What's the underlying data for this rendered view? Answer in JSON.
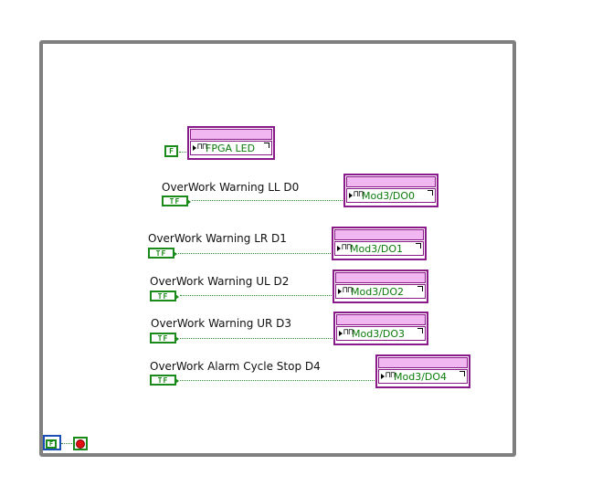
{
  "loop": {
    "iteration_terminal_label": "F"
  },
  "fpga_led": {
    "constant_label": "F",
    "node_label": "FPGA LED"
  },
  "channels": [
    {
      "label": "OverWork Warning LL D0",
      "constant_label": "TF",
      "node_label": "Mod3/DO0"
    },
    {
      "label": "OverWork Warning LR D1",
      "constant_label": "TF",
      "node_label": "Mod3/DO1"
    },
    {
      "label": "OverWork Warning UL D2",
      "constant_label": "TF",
      "node_label": "Mod3/DO2"
    },
    {
      "label": "OverWork Warning UR D3",
      "constant_label": "TF",
      "node_label": "Mod3/DO3"
    },
    {
      "label": "OverWork Alarm Cycle Stop D4",
      "constant_label": "TF",
      "node_label": "Mod3/DO4"
    }
  ],
  "icons": {
    "wave": "square-wave-icon",
    "stop": "stop-condition-icon"
  },
  "colors": {
    "frame": "#7f7f7f",
    "boolean_wire": "#1a8a1a",
    "io_node_border": "#8a1a8a",
    "io_node_header": "#f0b7f0",
    "channel_text": "#0a7a0a",
    "stop_red": "#e01010",
    "iteration_blue": "#1a4fb8"
  }
}
